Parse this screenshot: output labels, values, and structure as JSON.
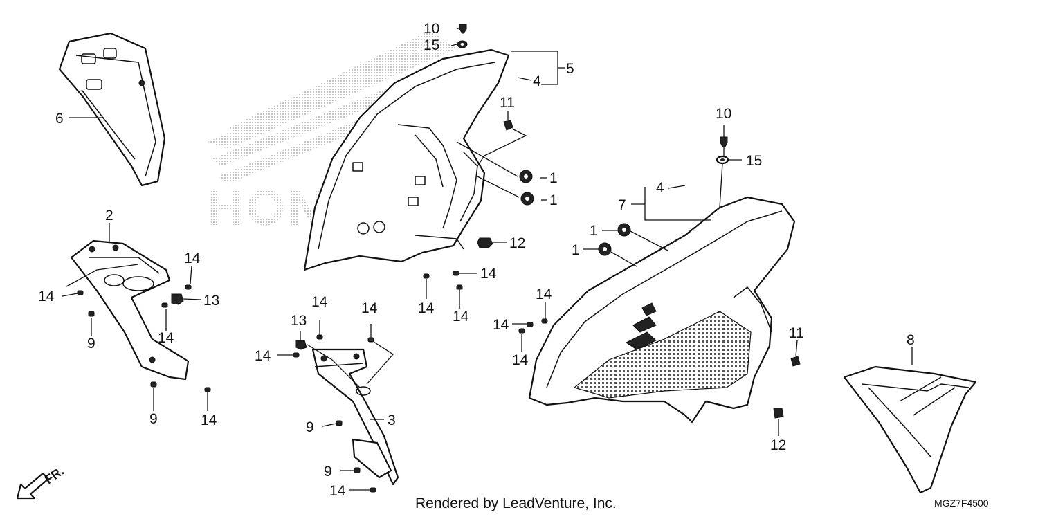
{
  "diagram": {
    "callouts": [
      {
        "id": "c10a",
        "text": "10"
      },
      {
        "id": "c15a",
        "text": "15"
      },
      {
        "id": "c5",
        "text": "5"
      },
      {
        "id": "c4a",
        "text": "4"
      },
      {
        "id": "c11a",
        "text": "11"
      },
      {
        "id": "c1a",
        "text": "1"
      },
      {
        "id": "c1b",
        "text": "1"
      },
      {
        "id": "c6",
        "text": "6"
      },
      {
        "id": "c12a",
        "text": "12"
      },
      {
        "id": "c2",
        "text": "2"
      },
      {
        "id": "c14a",
        "text": "14"
      },
      {
        "id": "c14b",
        "text": "14"
      },
      {
        "id": "c13a",
        "text": "13"
      },
      {
        "id": "c14c",
        "text": "14"
      },
      {
        "id": "c9a",
        "text": "9"
      },
      {
        "id": "c9b",
        "text": "9"
      },
      {
        "id": "c14d",
        "text": "14"
      },
      {
        "id": "c14e",
        "text": "14"
      },
      {
        "id": "c14f",
        "text": "14"
      },
      {
        "id": "c14g",
        "text": "14"
      },
      {
        "id": "c14h",
        "text": "14"
      },
      {
        "id": "c14i",
        "text": "14"
      },
      {
        "id": "c13b",
        "text": "13"
      },
      {
        "id": "c14j",
        "text": "14"
      },
      {
        "id": "c3",
        "text": "3"
      },
      {
        "id": "c9c",
        "text": "9"
      },
      {
        "id": "c9d",
        "text": "9"
      },
      {
        "id": "c14k",
        "text": "14"
      },
      {
        "id": "c10b",
        "text": "10"
      },
      {
        "id": "c15b",
        "text": "15"
      },
      {
        "id": "c4b",
        "text": "4"
      },
      {
        "id": "c7",
        "text": "7"
      },
      {
        "id": "c1c",
        "text": "1"
      },
      {
        "id": "c1d",
        "text": "1"
      },
      {
        "id": "c14l",
        "text": "14"
      },
      {
        "id": "c14m",
        "text": "14"
      },
      {
        "id": "c14n",
        "text": "14"
      },
      {
        "id": "c11b",
        "text": "11"
      },
      {
        "id": "c12b",
        "text": "12"
      },
      {
        "id": "c8",
        "text": "8"
      }
    ],
    "watermark": "HONDA",
    "direction_label": "FR.",
    "footer": "Rendered by LeadVenture, Inc.",
    "diagram_code": "MGZ7F4500"
  }
}
